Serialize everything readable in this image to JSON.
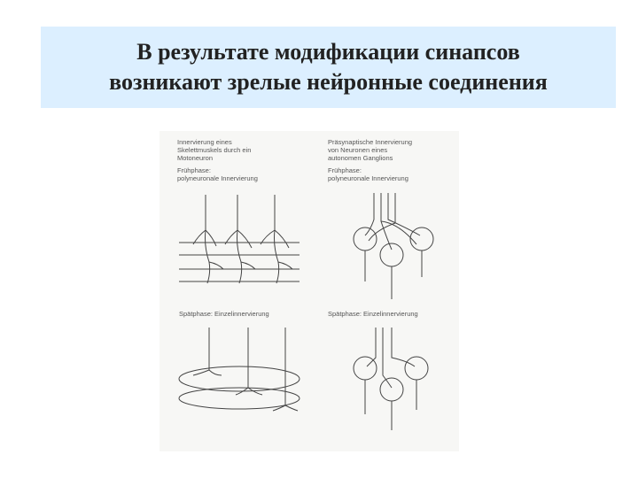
{
  "slide": {
    "title_line1": "В результате модификации синапсов",
    "title_line2": "возникают зрелые нейронные соединения"
  },
  "figure": {
    "top_left": {
      "caption_l1": "Innervierung eines",
      "caption_l2": "Skelettmuskels durch ein",
      "caption_l3": "Motoneuron",
      "phase_l1": "Frühphase:",
      "phase_l2": "polyneuronale Innervierung"
    },
    "top_right": {
      "caption_l1": "Präsynaptische Innervierung",
      "caption_l2": "von Neuronen eines",
      "caption_l3": "autonomen Ganglions",
      "phase_l1": "Frühphase:",
      "phase_l2": "polyneuronale Innervierung"
    },
    "bottom_left": {
      "phase": "Spätphase: Einzelinnervierung"
    },
    "bottom_right": {
      "phase": "Spätphase: Einzelinnervierung"
    }
  }
}
